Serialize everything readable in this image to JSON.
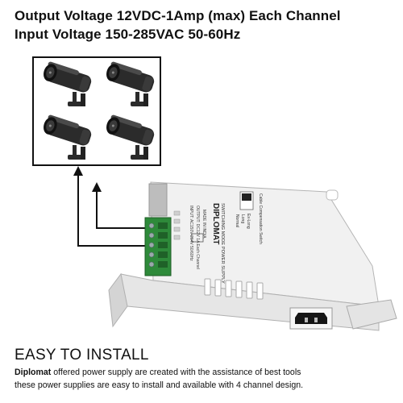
{
  "header": {
    "line1": "Output Voltage 12VDC-1Amp (max) Each Channel",
    "line2": "Input Voltage 150-285VAC 50-60Hz"
  },
  "install": {
    "title": "EASY TO INSTALL",
    "brand": "Diplomat",
    "line1_rest": " offered power supply are created with the assistance of best tools",
    "line2": "these power supplies are easy to install and available with 4 channel design."
  },
  "device": {
    "brand_label": "DIPLOMAT",
    "product_label": "SWITCHING MODE POWER SUPPLY",
    "switch_title": "Cable Compensation Switch",
    "switch_long": "Ex-Long",
    "switch_mid": "Long",
    "switch_normal": "Normal"
  },
  "icons": [
    "cctv-camera-icon",
    "power-socket-icon",
    "terminal-block-icon"
  ]
}
